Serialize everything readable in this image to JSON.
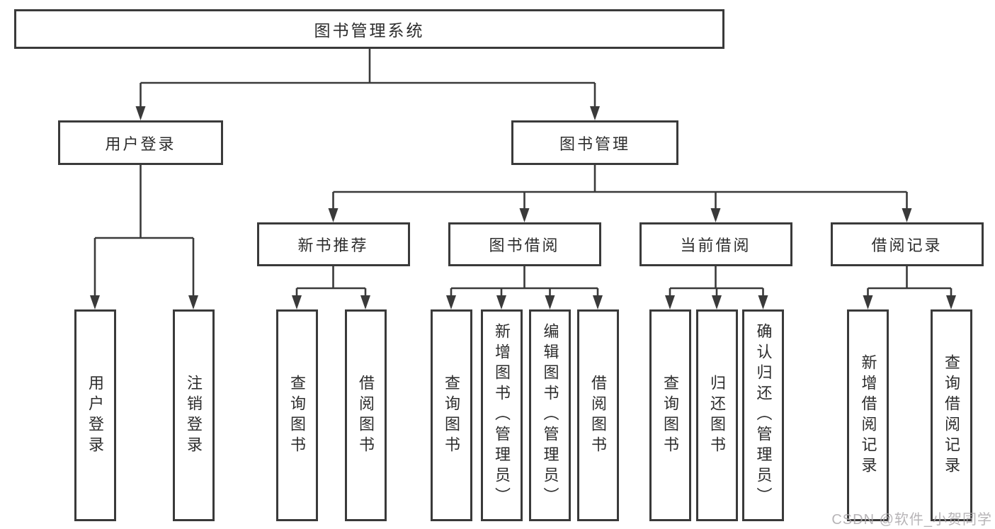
{
  "tree": {
    "root": {
      "label": "图书管理系统"
    },
    "branches": [
      {
        "label": "用户登录",
        "children": [
          {
            "label": "用户登录"
          },
          {
            "label": "注销登录"
          }
        ]
      },
      {
        "label": "图书管理",
        "children": [
          {
            "label": "新书推荐",
            "children": [
              {
                "label": "查询图书"
              },
              {
                "label": "借阅图书"
              }
            ]
          },
          {
            "label": "图书借阅",
            "children": [
              {
                "label": "查询图书"
              },
              {
                "label": "新增图书（管理员）"
              },
              {
                "label": "编辑图书（管理员）"
              },
              {
                "label": "借阅图书"
              }
            ]
          },
          {
            "label": "当前借阅",
            "children": [
              {
                "label": "查询图书"
              },
              {
                "label": "归还图书"
              },
              {
                "label": "确认归还（管理员）"
              }
            ]
          },
          {
            "label": "借阅记录",
            "children": [
              {
                "label": "新增借阅记录"
              },
              {
                "label": "查询借阅记录"
              }
            ]
          }
        ]
      }
    ]
  },
  "watermark": {
    "text": "CSDN @软件_小贺同学"
  },
  "colors": {
    "line_color": "#3a3a3a",
    "text_color": "#2d2d2d",
    "background": "#ffffff",
    "watermark_color": "#aba8ab"
  }
}
